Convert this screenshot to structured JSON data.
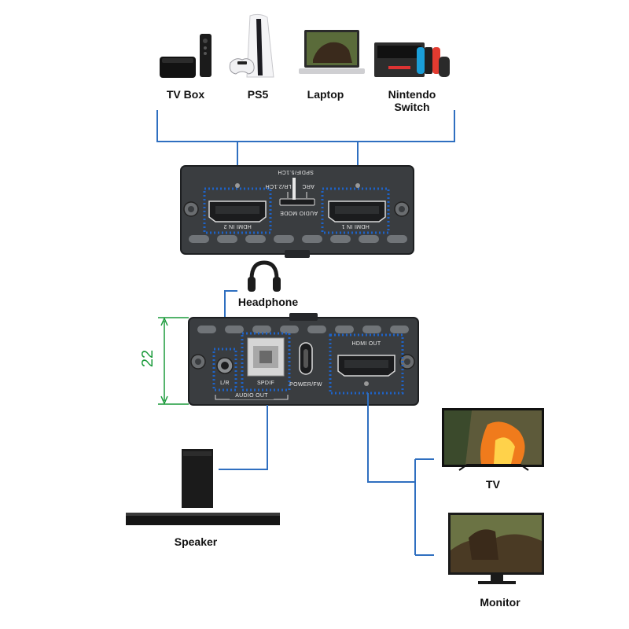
{
  "sources": [
    {
      "id": "tvbox",
      "label": "TV Box",
      "icon": "tv-box-icon"
    },
    {
      "id": "ps5",
      "label": "PS5",
      "icon": "ps5-console-icon"
    },
    {
      "id": "laptop",
      "label": "Laptop",
      "icon": "laptop-icon"
    },
    {
      "id": "switch",
      "label": "Nintendo\nSwitch",
      "icon": "nintendo-switch-icon"
    }
  ],
  "input_unit": {
    "port1": "HDMI IN 1",
    "port2": "HDMI IN 2",
    "audio_mode": "AUDIO MODE",
    "switch_lr": "LR/2.1CH",
    "switch_arc": "ARC",
    "switch_spdif": "SPDIF/5.1CH"
  },
  "output_unit": {
    "lr": "L/R",
    "spdif": "SPDIF",
    "power": "POWER/FW",
    "hdmi_out": "HDMI OUT",
    "audio_out": "AUDIO OUT"
  },
  "dimension": {
    "value": "22"
  },
  "sinks": {
    "headphone": "Headphone",
    "speaker": "Speaker",
    "tv": "TV",
    "monitor": "Monitor"
  },
  "colors": {
    "connector": "#2f6fc0",
    "highlight": "#1e63c8",
    "unit_body": "#3a3d40",
    "dimension": "#1a9a3a"
  }
}
